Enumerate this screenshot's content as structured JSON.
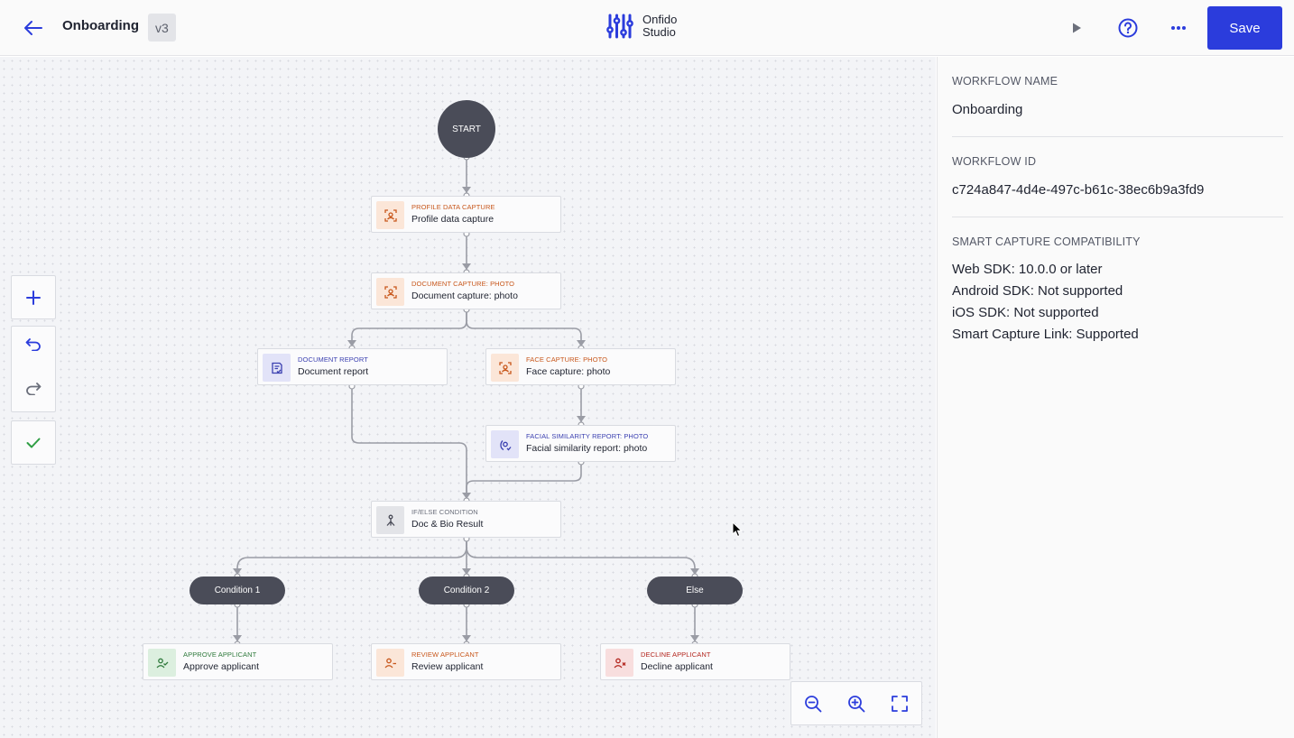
{
  "header": {
    "title": "Onboarding",
    "version": "v3",
    "logo_line1": "Onfido",
    "logo_line2": "Studio",
    "save_label": "Save",
    "icons": [
      "back-arrow-icon",
      "play-icon",
      "help-icon",
      "more-icon"
    ]
  },
  "workflow": {
    "start_label": "START",
    "nodes": {
      "profile": {
        "type": "PROFILE DATA CAPTURE",
        "label": "Profile data capture"
      },
      "doc_capture": {
        "type": "DOCUMENT CAPTURE: PHOTO",
        "label": "Document capture: photo"
      },
      "doc_report": {
        "type": "DOCUMENT REPORT",
        "label": "Document report"
      },
      "face_capture": {
        "type": "FACE CAPTURE: PHOTO",
        "label": "Face capture: photo"
      },
      "facial_similarity": {
        "type": "FACIAL SIMILARITY REPORT: PHOTO",
        "label": "Facial similarity report: photo"
      },
      "ifelse": {
        "type": "IF/ELSE CONDITION",
        "label": "Doc & Bio Result"
      },
      "approve": {
        "type": "APPROVE APPLICANT",
        "label": "Approve applicant"
      },
      "review": {
        "type": "REVIEW APPLICANT",
        "label": "Review applicant"
      },
      "decline": {
        "type": "DECLINE APPLICANT",
        "label": "Decline applicant"
      }
    },
    "conditions": {
      "c1": "Condition 1",
      "c2": "Condition 2",
      "else": "Else"
    }
  },
  "toolbar": {
    "icons": [
      "plus-icon",
      "undo-icon",
      "redo-icon",
      "check-icon"
    ]
  },
  "zoom": {
    "icons": [
      "zoom-out-icon",
      "zoom-in-icon",
      "fullscreen-icon"
    ]
  },
  "panel": {
    "name_label": "WORKFLOW NAME",
    "name_value": "Onboarding",
    "id_label": "WORKFLOW ID",
    "id_value": "c724a847-4d4e-497c-b61c-38ec6b9a3fd9",
    "compat_label": "SMART CAPTURE COMPATIBILITY",
    "compat": [
      "Web SDK: 10.0.0 or later",
      "Android SDK: Not supported",
      "iOS SDK: Not supported",
      "Smart Capture Link: Supported"
    ]
  },
  "colors": {
    "accent": "#2b3cdc",
    "capture_orange": "#c8571b",
    "report_blue": "#3a3fb0",
    "approve_green": "#2f7a3c",
    "review_orange": "#c8571b",
    "decline_red": "#b3261e",
    "dark_node": "#4a4c58"
  }
}
